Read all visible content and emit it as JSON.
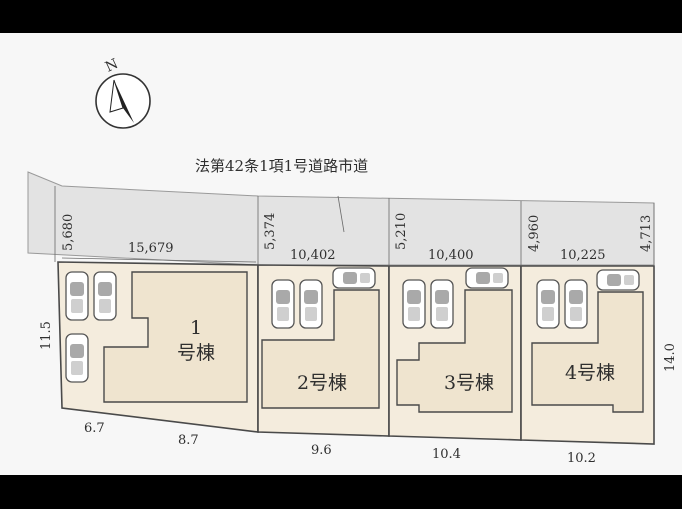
{
  "road_label": "法第42条1項1号道路市道",
  "compass_letter": "N",
  "colors": {
    "road": "#e3e3e3",
    "lot": "#f4ecdd",
    "building": "#efe4cf",
    "line": "#4a4a4a",
    "frame": "#000000"
  },
  "frontage_widths": [
    "15,679",
    "10,402",
    "10,400",
    "10,225"
  ],
  "road_widths": [
    "5,680",
    "5,374",
    "5,210",
    "4,960",
    "4,713"
  ],
  "rear_widths": [
    "6.7",
    "8.7",
    "9.6",
    "10.4",
    "10.2"
  ],
  "side_depths": {
    "left": "11.5",
    "right": "14.0"
  },
  "lots": [
    {
      "number": "1",
      "suffix": "号棟",
      "cars": 3
    },
    {
      "label": "2号棟",
      "cars": 3
    },
    {
      "label": "3号棟",
      "cars": 3
    },
    {
      "label": "4号棟",
      "cars": 3
    }
  ]
}
